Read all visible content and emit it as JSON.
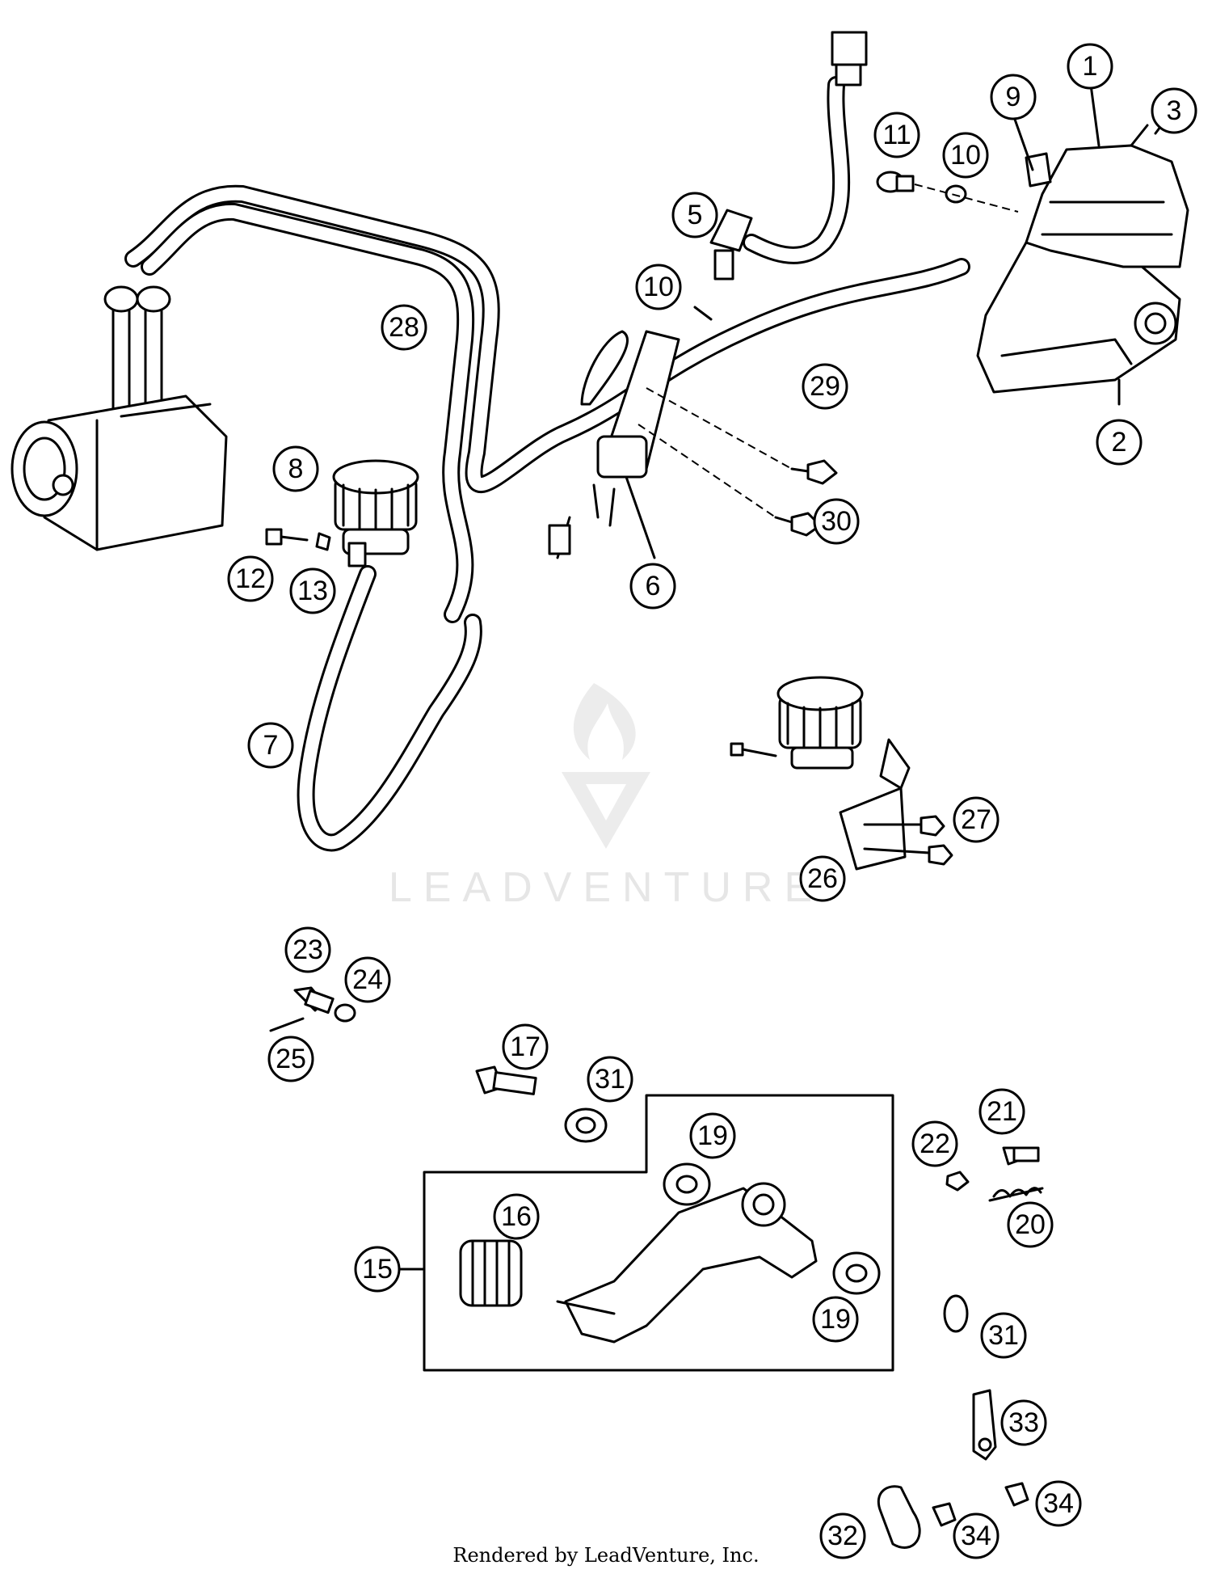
{
  "watermark": {
    "brand": "LEADVENTURE"
  },
  "footer": {
    "credit": "Rendered by LeadVenture, Inc."
  },
  "callouts": [
    "1",
    "2",
    "3",
    "5",
    "6",
    "7",
    "8",
    "9",
    "10",
    "10",
    "11",
    "12",
    "13",
    "15",
    "16",
    "17",
    "19",
    "19",
    "20",
    "21",
    "22",
    "23",
    "24",
    "25",
    "26",
    "27",
    "28",
    "29",
    "30",
    "31",
    "31",
    "32",
    "33",
    "34",
    "34"
  ],
  "colors": {
    "ink": "#000000",
    "paper": "#ffffff",
    "watermark": "#e6e6e6"
  }
}
